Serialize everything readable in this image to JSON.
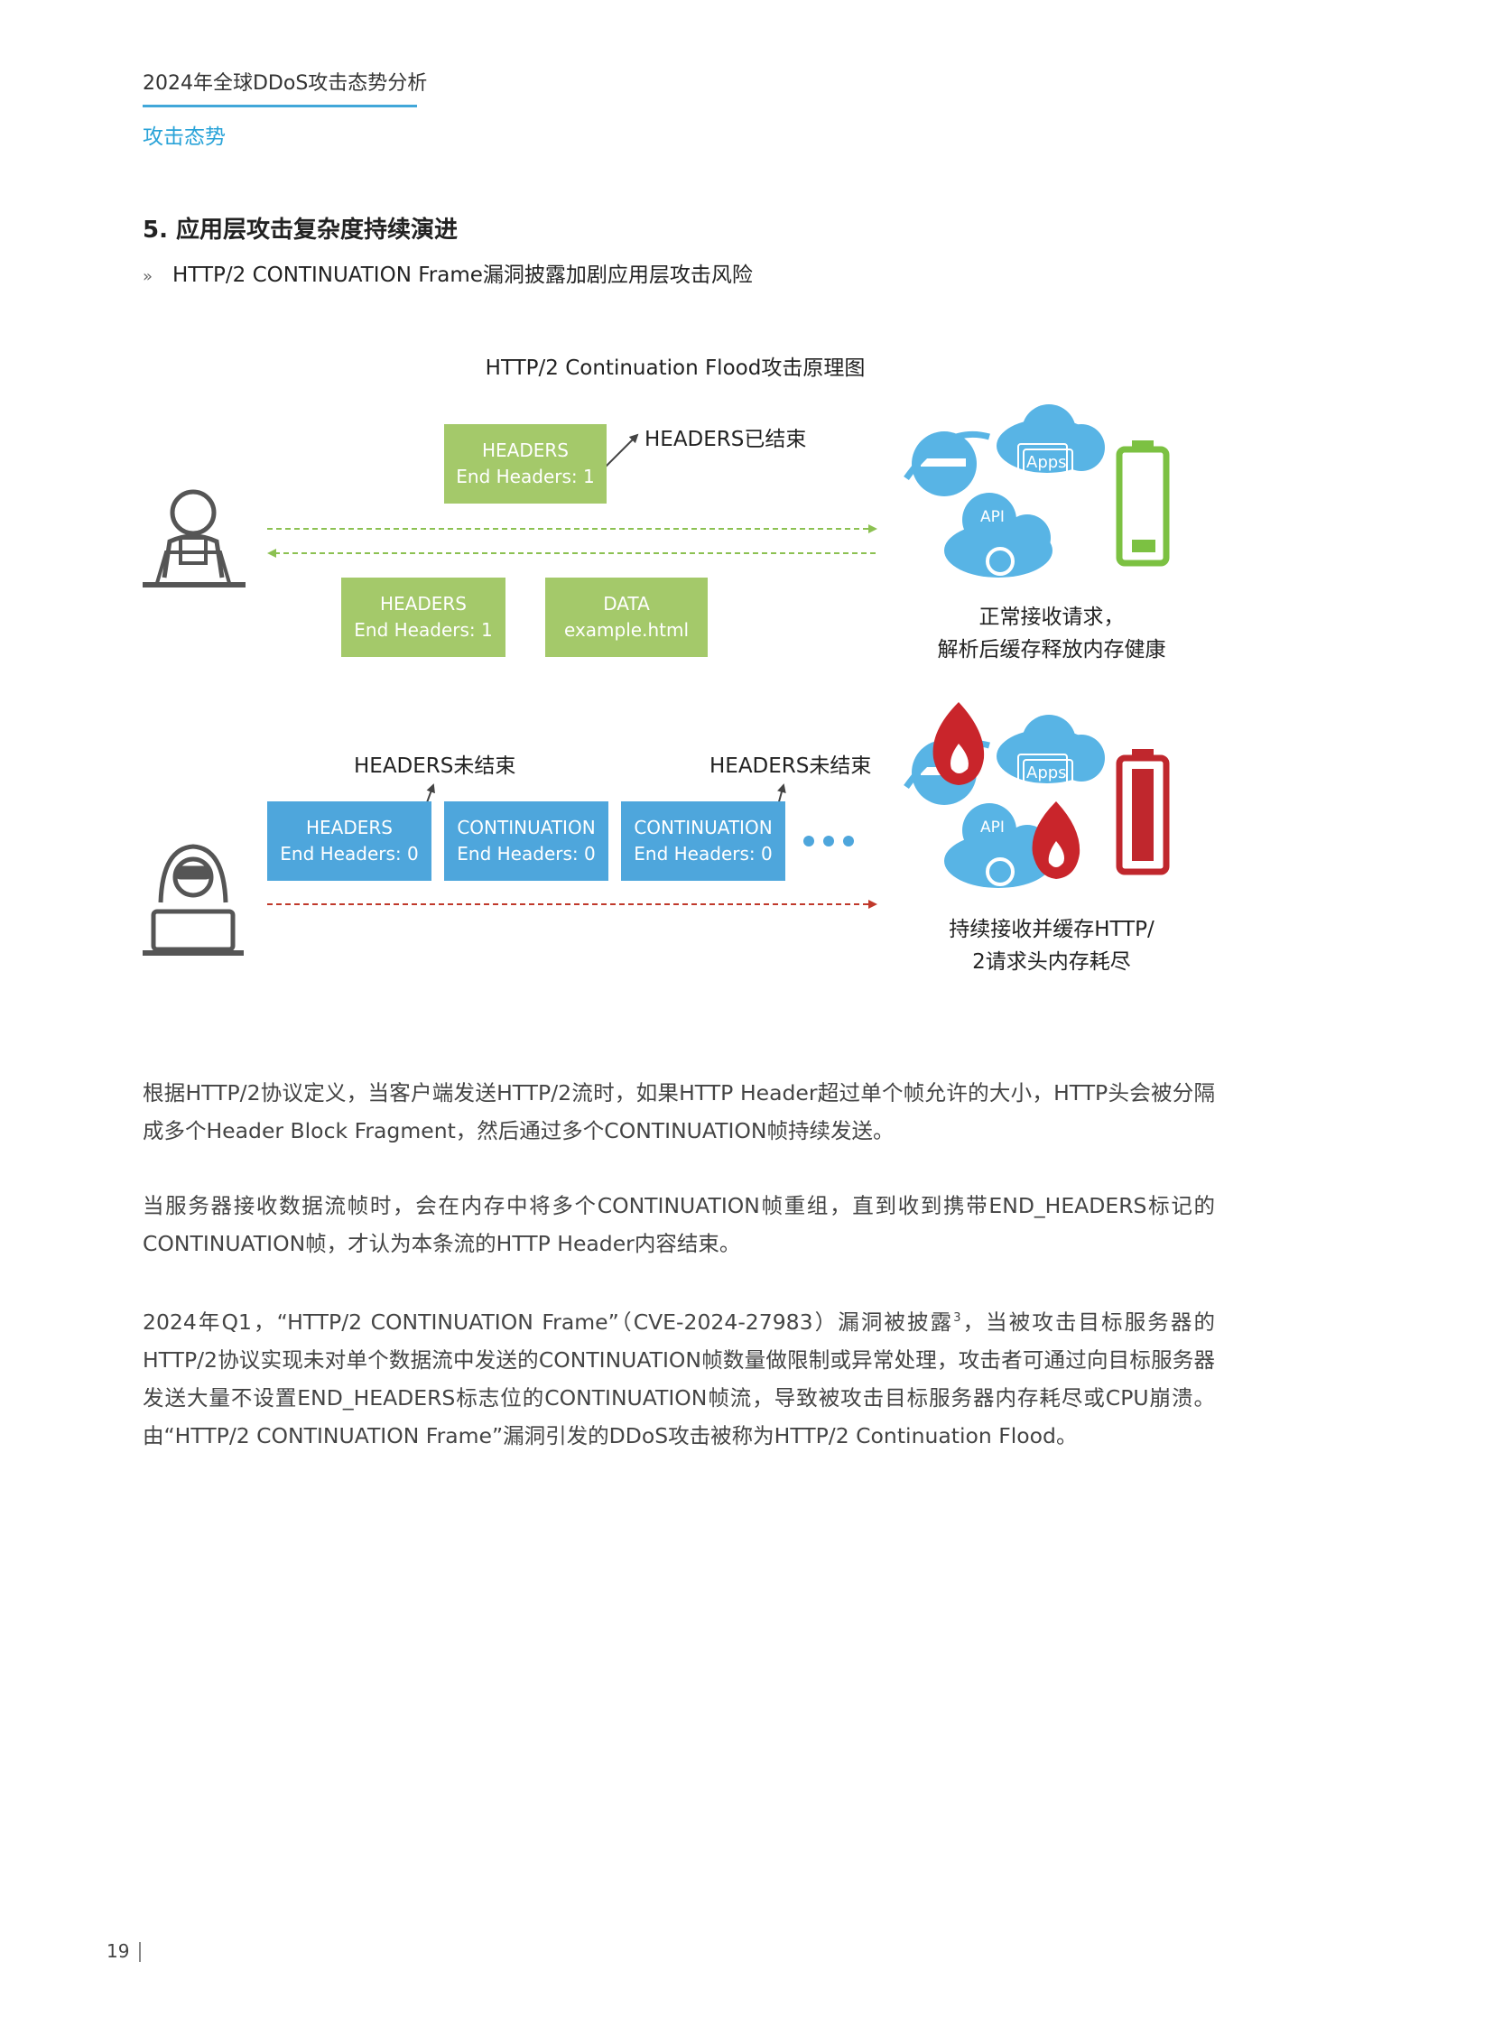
{
  "header": {
    "doc_title": "2024年全球DDoS攻击态势分析",
    "section": "攻击态势"
  },
  "section_title": "5. 应用层攻击复杂度持续演进",
  "subsection": {
    "bullet": "»",
    "title": "HTTP/2 CONTINUATION Frame漏洞披露加剧应用层攻击风险"
  },
  "figure": {
    "title": "HTTP/2 Continuation Flood攻击原理图",
    "normal": {
      "box_top_line1": "HEADERS",
      "box_top_line2": "End Headers: 1",
      "callout": "HEADERS已结束",
      "box_bottom_left_line1": "HEADERS",
      "box_bottom_left_line2": "End Headers: 1",
      "box_bottom_right_line1": "DATA",
      "box_bottom_right_line2": "example.html",
      "apps_label": "Apps",
      "api_label": "API",
      "caption_line1": "正常接收请求，",
      "caption_line2": "解析后缓存释放内存健康",
      "line_color": "#8cc152",
      "battery_color": "#7cc142"
    },
    "attack": {
      "callout_left": "HEADERS未结束",
      "callout_right": "HEADERS未结束",
      "box1_line1": "HEADERS",
      "box1_line2": "End Headers: 0",
      "box2_line1": "CONTINUATION",
      "box2_line2": "End Headers: 0",
      "box3_line1": "CONTINUATION",
      "box3_line2": "End Headers: 0",
      "apps_label": "Apps",
      "api_label": "API",
      "caption_line1": "持续接收并缓存HTTP/",
      "caption_line2": "2请求头内存耗尽",
      "line_color": "#c0392b",
      "battery_color": "#c0272d",
      "flame_color": "#c9252b"
    }
  },
  "paragraphs": {
    "p1": "根据HTTP/2协议定义，当客户端发送HTTP/2流时，如果HTTP Header超过单个帧允许的大小，HTTP头会被分隔成多个Header Block Fragment，然后通过多个CONTINUATION帧持续发送。",
    "p2": "当服务器接收数据流帧时，会在内存中将多个CONTINUATION帧重组，直到收到携带END_HEADERS标记的CONTINUATION帧，才认为本条流的HTTP Header内容结束。",
    "p3_before": "2024年Q1，“HTTP/2 CONTINUATION Frame”（CVE-2024-27983）漏洞被披露",
    "p3_sup": "3",
    "p3_after": "，当被攻击目标服务器的HTTP/2协议实现未对单个数据流中发送的CONTINUATION帧数量做限制或异常处理，攻击者可通过向目标服务器发送大量不设置END_HEADERS标志位的CONTINUATION帧流，导致被攻击目标服务器内存耗尽或CPU崩溃。由“HTTP/2 CONTINUATION Frame”漏洞引发的DDoS攻击被称为HTTP/2 Continuation Flood。"
  },
  "page_number": "19",
  "colors": {
    "accent": "#29a3d8",
    "green_box": "#a4c96a",
    "blue_box": "#4ea6dc",
    "icon_blue": "#58b4e5"
  }
}
